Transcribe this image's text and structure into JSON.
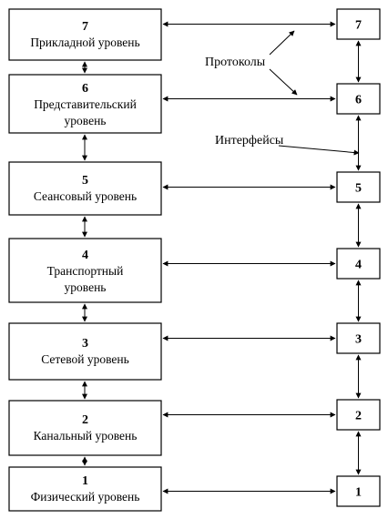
{
  "layers": [
    {
      "number": "7",
      "lines": [
        "Прикладной уровень"
      ]
    },
    {
      "number": "6",
      "lines": [
        "Представительский",
        "уровень"
      ]
    },
    {
      "number": "5",
      "lines": [
        "Сеансовый уровень"
      ]
    },
    {
      "number": "4",
      "lines": [
        "Транспортный",
        "уровень"
      ]
    },
    {
      "number": "3",
      "lines": [
        "Сетевой уровень"
      ]
    },
    {
      "number": "2",
      "lines": [
        "Канальный уровень"
      ]
    },
    {
      "number": "1",
      "lines": [
        "Физический уровень"
      ]
    }
  ],
  "annotations": {
    "protocols": "Протоколы",
    "interfaces": "Интерфейсы"
  }
}
